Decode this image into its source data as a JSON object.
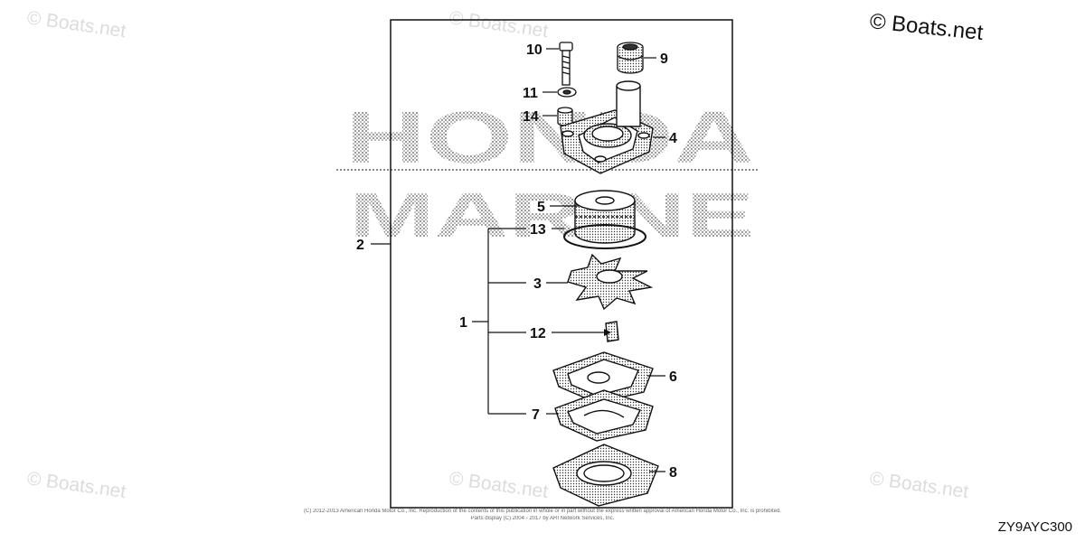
{
  "watermark": "© Boats.net",
  "copyright_mark": "© Boats.net",
  "brand": {
    "line1": "HONDA",
    "line2": "MARINE"
  },
  "callouts": {
    "p1": "1",
    "p2": "2",
    "p3": "3",
    "p4": "4",
    "p5": "5",
    "p6": "6",
    "p7": "7",
    "p8": "8",
    "p9": "9",
    "p10": "10",
    "p11": "11",
    "p12": "12",
    "p13": "13",
    "p14": "14"
  },
  "footer": {
    "line1": "(C) 2012-2013 American Honda Motor Co., Inc. Reproduction of the contents of this publication in whole or in part without the express written approval of American Honda Motor Co., Inc. is prohibited.",
    "line2": "Parts display (C) 2004 - 2017 by ARI Network Services, Inc."
  },
  "diagram_code": "ZY9AYC300"
}
